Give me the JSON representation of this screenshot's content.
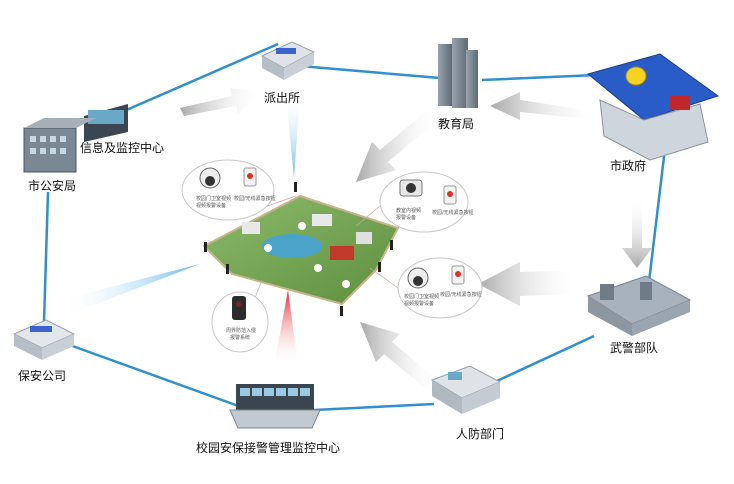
{
  "nodes": {
    "paichusuo": "派出所",
    "jiaoyuju": "教育局",
    "shizhengfu": "市政府",
    "xinxi": "信息及监控中心",
    "shigonganju": "市公安局",
    "wujing": "武警部队",
    "baoan": "保安公司",
    "renfang": "人防部门",
    "xiaoyuan": "校园安保接警管理监控中心"
  },
  "bubbles": {
    "b1": [
      "校园门卫室视频",
      "视频报警设备"
    ],
    "b1_tag": "校园/无线紧急按钮",
    "b2": [
      "教室内视频",
      "报警设备"
    ],
    "b2_tag": "校园/无线紧急按钮",
    "b3": [
      "校园门卫室视频",
      "视频报警设备"
    ],
    "b3_tag": "校园/无线紧急按钮",
    "b4": [
      "周界防范入侵",
      "报警系统"
    ]
  },
  "colors": {
    "link": "#2f8fd0",
    "arrow_gray": "#b8b8b8",
    "beam_blue": "#9dd3f2",
    "beam_red": "#e0232a"
  }
}
